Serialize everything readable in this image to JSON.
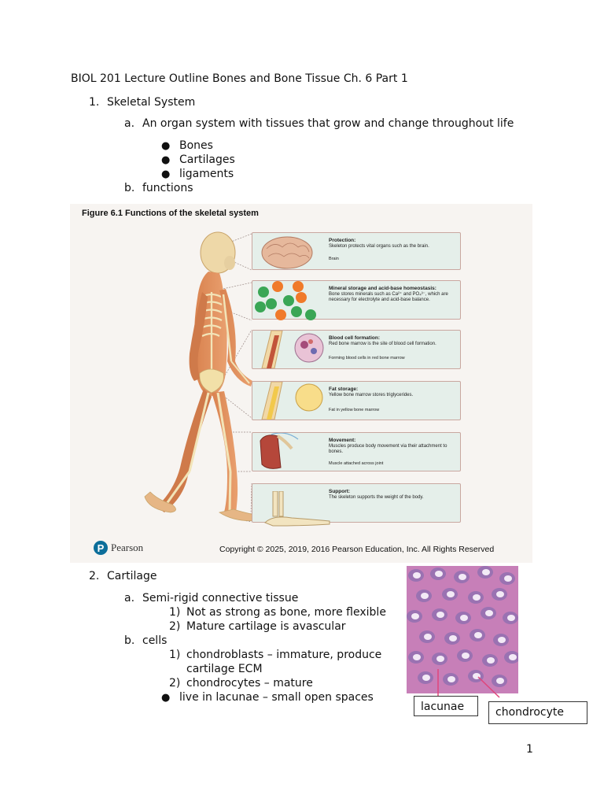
{
  "doc": {
    "title": "BIOL 201 Lecture Outline Bones and Bone Tissue Ch. 6 Part 1",
    "page_number": "1"
  },
  "section1": {
    "num": "1.",
    "heading": "Skeletal System",
    "a": {
      "marker": "a.",
      "text": "An organ system with tissues that grow and change throughout life"
    },
    "bullets": [
      "Bones",
      "Cartilages",
      "ligaments"
    ],
    "b": {
      "marker": "b.",
      "text": "functions"
    }
  },
  "figure": {
    "title": "Figure 6.1 Functions of the skeletal system",
    "panels": [
      {
        "heading": "Protection:",
        "desc": "Skeleton protects vital organs such as the brain.",
        "caption": "Brain"
      },
      {
        "heading": "Mineral storage and acid-base homeostasis:",
        "desc": "Bone stores minerals such as Ca²⁺ and PO₄³⁻, which are necessary for electrolyte and acid-base balance.",
        "caption": ""
      },
      {
        "heading": "Blood cell formation:",
        "desc": "Red bone marrow is the site of blood cell formation.",
        "caption": "Forming blood cells in red bone marrow"
      },
      {
        "heading": "Fat storage:",
        "desc": "Yellow bone marrow stores triglycerides.",
        "caption": "Fat in yellow bone marrow"
      },
      {
        "heading": "Movement:",
        "desc": "Muscles produce body movement via their attachment to bones.",
        "caption": "Muscle attached across joint"
      },
      {
        "heading": "Support:",
        "desc": "The skeleton supports the weight of the body.",
        "caption": ""
      }
    ],
    "ions": [
      "Ca²⁺",
      "PO₄³⁻",
      "PO₄³⁻",
      "Ca²⁺",
      "Ca²⁺",
      "PO₄³⁻",
      "Ca²⁺",
      "PO₄³⁻",
      "Ca²⁺",
      "Ca²⁺"
    ],
    "publisher": "Pearson",
    "publisher_initial": "P",
    "copyright": "Copyright © 2025, 2019, 2016 Pearson Education, Inc. All Rights Reserved"
  },
  "section2": {
    "num": "2.",
    "heading": "Cartilage",
    "a": {
      "marker": "a.",
      "text": "Semi-rigid connective tissue"
    },
    "a_items": [
      {
        "marker": "1)",
        "text": "Not as strong as bone, more flexible"
      },
      {
        "marker": "2)",
        "text": "Mature cartilage is avascular"
      }
    ],
    "b": {
      "marker": "b.",
      "text": "cells"
    },
    "b_items": [
      {
        "marker": "1)",
        "line1": "chondroblasts – immature, produce",
        "line2": "cartilage ECM"
      },
      {
        "marker": "2)",
        "line1": "chondrocytes – mature",
        "line2": ""
      }
    ],
    "bullet": "live in lacunae – small open spaces"
  },
  "micrograph": {
    "label_lacunae": "lacunae",
    "label_chondrocyte": "chondrocyte",
    "label_color": "#e0457b"
  }
}
